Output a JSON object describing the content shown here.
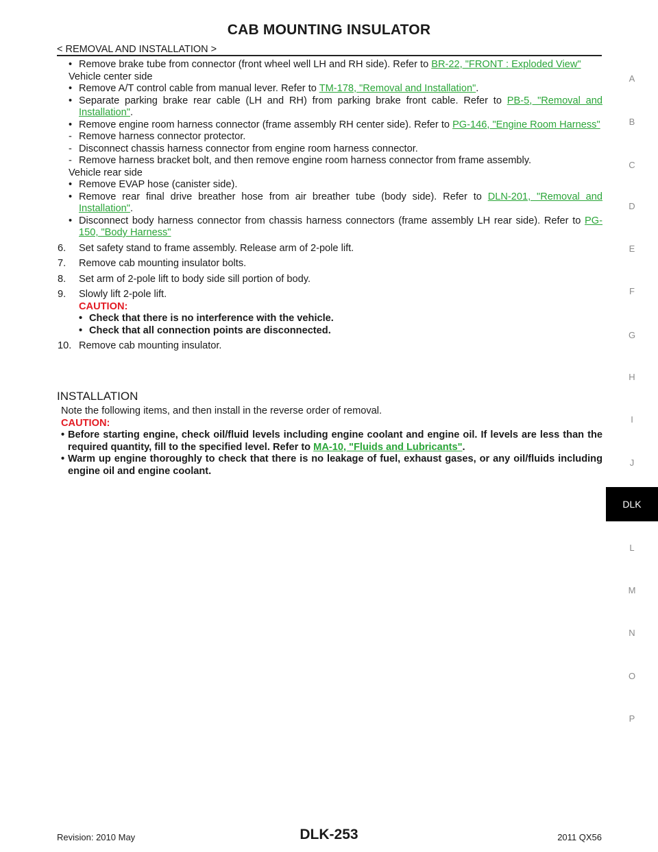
{
  "header": {
    "title": "CAB MOUNTING INSULATOR",
    "section": "< REMOVAL AND INSTALLATION >"
  },
  "removal": {
    "b1_text": "Remove brake tube from connector (front wheel well LH and RH side). Refer to ",
    "b1_link": "BR-22, \"FRONT : Exploded View\"",
    "vehicle_center": "Vehicle center side",
    "b2_text": "Remove A/T control cable from manual lever. Refer to ",
    "b2_link": "TM-178, \"Removal and Installation\"",
    "b3_text": "Separate parking brake rear cable (LH and RH) from parking brake front cable. Refer to ",
    "b3_link": "PB-5, \"Removal and Installation\"",
    "b4_text": "Remove engine room harness connector (frame assembly RH center side). Refer to ",
    "b4_link": "PG-146, \"Engine Room Harness\"",
    "d1": "Remove harness connector protector.",
    "d2": "Disconnect chassis harness connector from engine room harness connector.",
    "d3": "Remove harness bracket bolt, and then remove engine room harness connector from frame assembly.",
    "vehicle_rear": "Vehicle rear side",
    "b5_text": "Remove EVAP hose (canister side).",
    "b6_text": "Remove rear final drive breather hose from air breather tube (body side). Refer to ",
    "b6_link": "DLN-201, \"Removal and Installation\"",
    "b7_text": "Disconnect body harness connector from chassis harness connectors (frame assembly LH rear side). Refer to ",
    "b7_link": "PG-150, \"Body Harness\"",
    "step6": "Set safety stand to frame assembly. Release arm of 2-pole lift.",
    "step7": "Remove cab mounting insulator bolts.",
    "step8": "Set arm of 2-pole lift to body side sill portion of body.",
    "step9": "Slowly lift 2-pole lift.",
    "caution_label": "CAUTION:",
    "caution1": "Check that there is no interference with the vehicle.",
    "caution2": "Check that all connection points are disconnected.",
    "step10": "Remove cab mounting insulator."
  },
  "installation": {
    "heading": "INSTALLATION",
    "note": "Note the following items, and then install in the reverse order of removal.",
    "caution_label": "CAUTION:",
    "c1_text": "Before starting engine, check oil/fluid levels including engine coolant and engine oil. If levels are less than the required quantity, fill to the specified level. Refer to ",
    "c1_link": "MA-10, \"Fluids and Lubricants\"",
    "c2_text": "Warm up engine thoroughly to check that there is no leakage of fuel, exhaust gases, or any oil/fluids including engine oil and engine coolant."
  },
  "sidebar": {
    "letters": [
      "A",
      "B",
      "C",
      "D",
      "E",
      "F",
      "G",
      "H",
      "I",
      "J",
      "L",
      "M",
      "N",
      "O",
      "P"
    ],
    "active": "DLK"
  },
  "footer": {
    "revision": "Revision: 2010 May",
    "page": "DLK-253",
    "model": "2011 QX56"
  }
}
